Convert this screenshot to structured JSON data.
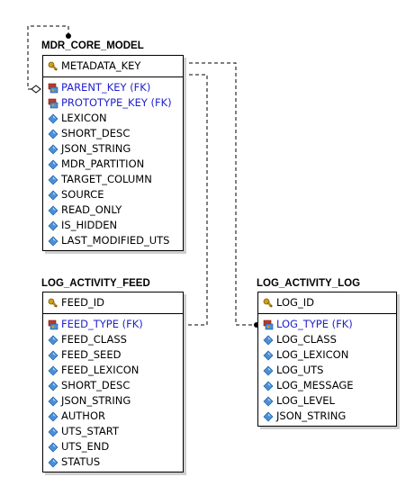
{
  "tables": [
    {
      "id": "mdr",
      "title": "MDR_CORE_MODEL",
      "primary_keys": [
        {
          "name": "METADATA_KEY",
          "kind": "pk"
        }
      ],
      "attributes": [
        {
          "name": "PARENT_KEY (FK)",
          "kind": "fk"
        },
        {
          "name": "PROTOTYPE_KEY (FK)",
          "kind": "fk"
        },
        {
          "name": "LEXICON",
          "kind": "attr"
        },
        {
          "name": "SHORT_DESC",
          "kind": "attr"
        },
        {
          "name": "JSON_STRING",
          "kind": "attr"
        },
        {
          "name": "MDR_PARTITION",
          "kind": "attr"
        },
        {
          "name": "TARGET_COLUMN",
          "kind": "attr"
        },
        {
          "name": "SOURCE",
          "kind": "attr"
        },
        {
          "name": "READ_ONLY",
          "kind": "attr"
        },
        {
          "name": "IS_HIDDEN",
          "kind": "attr"
        },
        {
          "name": "LAST_MODIFIED_UTS",
          "kind": "attr"
        }
      ]
    },
    {
      "id": "feed",
      "title": "LOG_ACTIVITY_FEED",
      "primary_keys": [
        {
          "name": "FEED_ID",
          "kind": "pk"
        }
      ],
      "attributes": [
        {
          "name": "FEED_TYPE (FK)",
          "kind": "fk"
        },
        {
          "name": "FEED_CLASS",
          "kind": "attr"
        },
        {
          "name": "FEED_SEED",
          "kind": "attr"
        },
        {
          "name": "FEED_LEXICON",
          "kind": "attr"
        },
        {
          "name": "SHORT_DESC",
          "kind": "attr"
        },
        {
          "name": "JSON_STRING",
          "kind": "attr"
        },
        {
          "name": "AUTHOR",
          "kind": "attr"
        },
        {
          "name": "UTS_START",
          "kind": "attr"
        },
        {
          "name": "UTS_END",
          "kind": "attr"
        },
        {
          "name": "STATUS",
          "kind": "attr"
        }
      ]
    },
    {
      "id": "log",
      "title": "LOG_ACTIVITY_LOG",
      "primary_keys": [
        {
          "name": "LOG_ID",
          "kind": "pk"
        }
      ],
      "attributes": [
        {
          "name": "LOG_TYPE (FK)",
          "kind": "fk"
        },
        {
          "name": "LOG_CLASS",
          "kind": "attr"
        },
        {
          "name": "LOG_LEXICON",
          "kind": "attr"
        },
        {
          "name": "LOG_UTS",
          "kind": "attr"
        },
        {
          "name": "LOG_MESSAGE",
          "kind": "attr"
        },
        {
          "name": "LOG_LEVEL",
          "kind": "attr"
        },
        {
          "name": "JSON_STRING",
          "kind": "attr"
        }
      ]
    }
  ],
  "colors": {
    "fk_text": "#2222cc",
    "attr_icon": "#4a90d9",
    "pk_icon": "#d4a017"
  }
}
